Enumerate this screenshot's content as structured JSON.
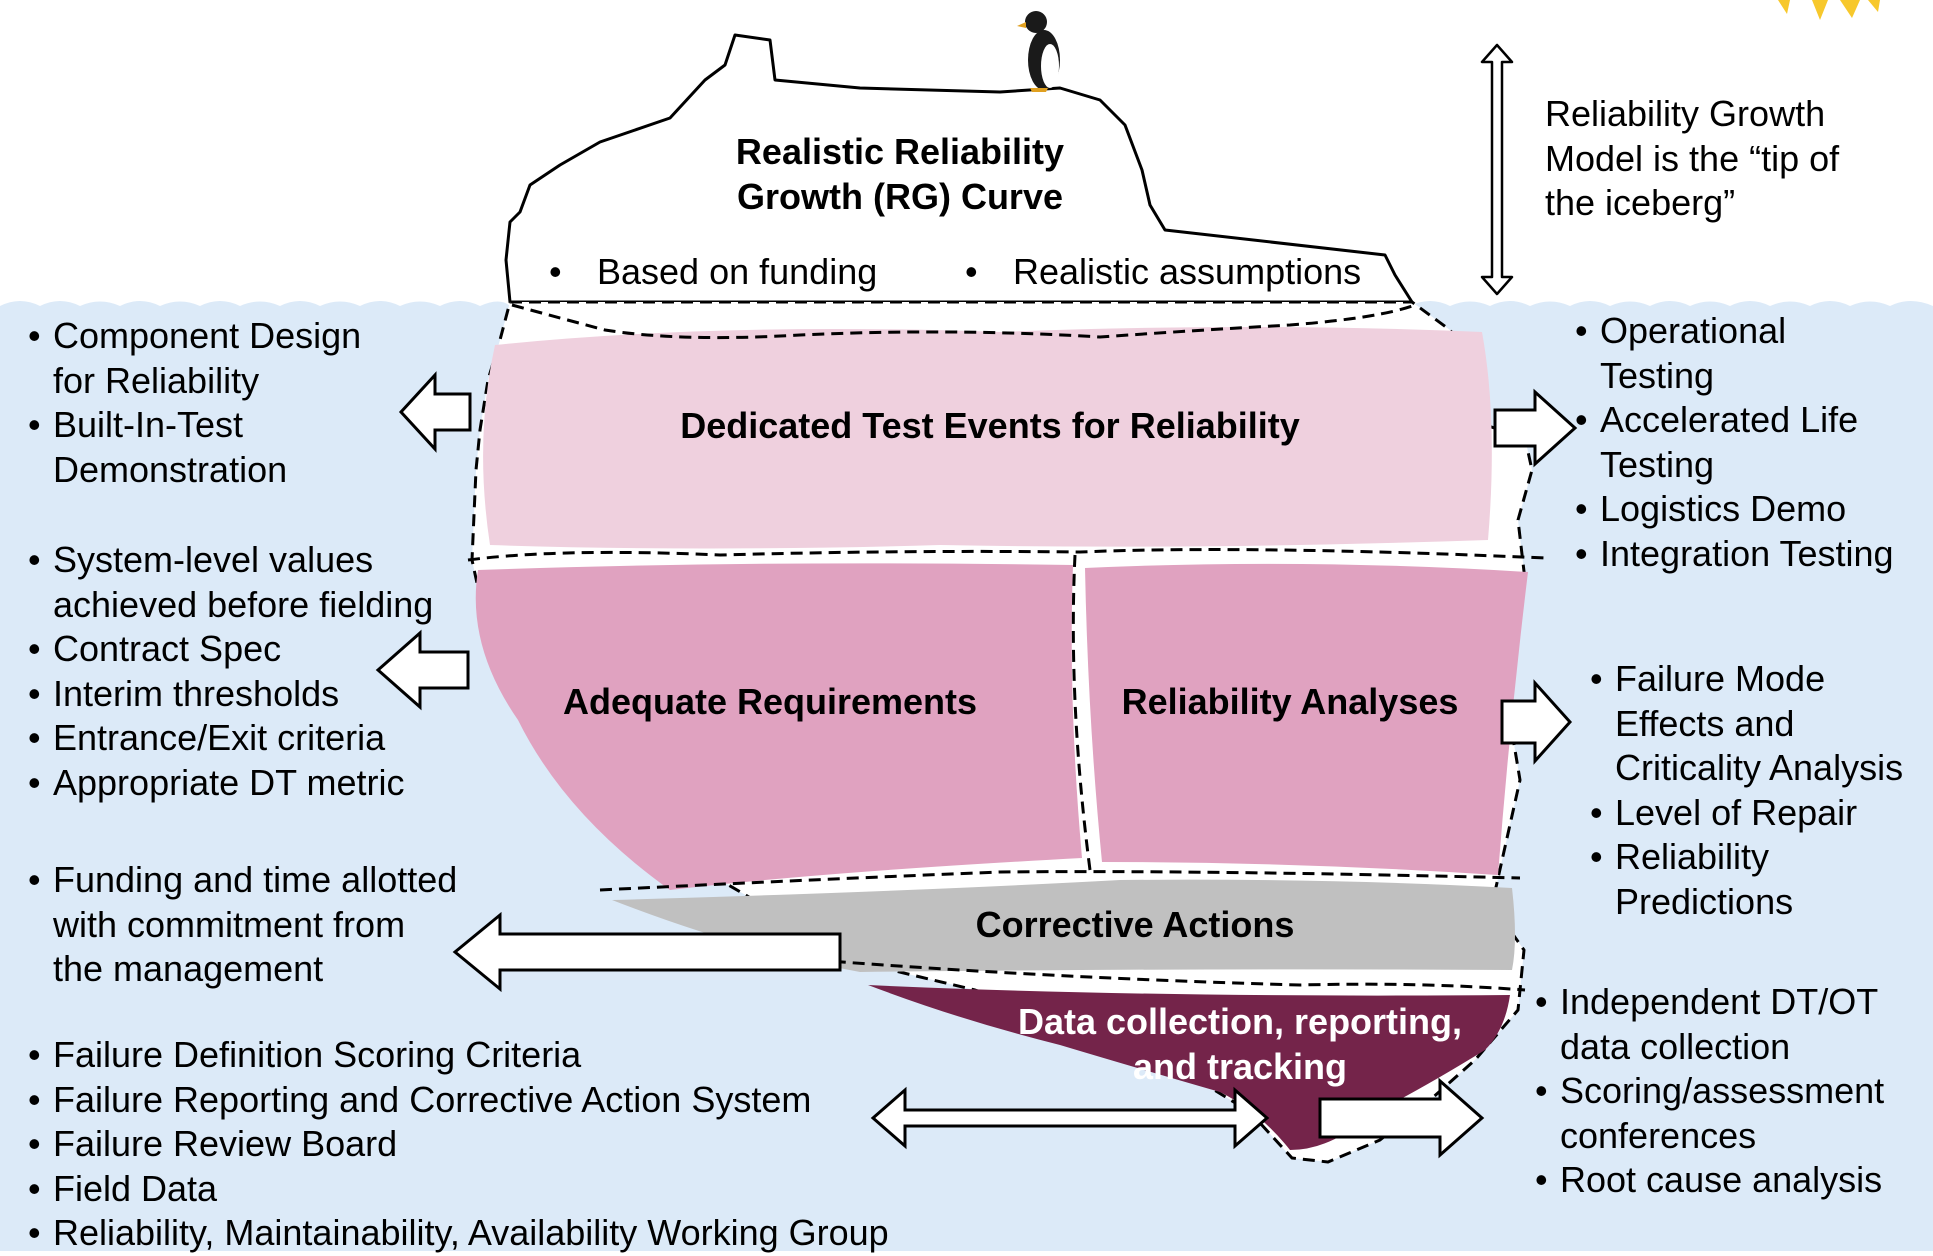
{
  "tip": {
    "title_line1": "Realistic Reliability",
    "title_line2": "Growth (RG) Curve",
    "bullet1": "Based on funding",
    "bullet2": "Realistic assumptions"
  },
  "tip_note": {
    "line1": "Reliability Growth",
    "line2": "Model is the “tip of",
    "line3": "the iceberg”"
  },
  "layers": {
    "dedicated": "Dedicated Test Events for Reliability",
    "requirements": "Adequate Requirements",
    "analyses": "Reliability Analyses",
    "corrective": "Corrective Actions",
    "data_line1": "Data collection, reporting,",
    "data_line2": "and tracking"
  },
  "left": {
    "design": [
      "Component Design",
      "for Reliability",
      "Built-In-Test",
      "Demonstration"
    ],
    "requirements": [
      "System-level values",
      "achieved before fielding",
      "Contract Spec",
      "Interim thresholds",
      "Entrance/Exit criteria",
      "Appropriate DT metric"
    ],
    "funding": [
      "Funding and time allotted",
      "with commitment from",
      "the management"
    ],
    "failure": [
      "Failure Definition Scoring Criteria",
      "Failure Reporting and Corrective  Action System",
      "Failure Review Board",
      "Field Data",
      "Reliability, Maintainability, Availability Working Group"
    ]
  },
  "right": {
    "testing": [
      "Operational",
      "Testing",
      "Accelerated Life",
      "Testing",
      "Logistics Demo",
      "Integration Testing"
    ],
    "analyses": [
      "Failure Mode",
      "Effects and",
      "Criticality Analysis",
      "Level of Repair",
      "Reliability",
      "Predictions"
    ],
    "data": [
      "Independent DT/OT",
      "data collection",
      "Scoring/assessment",
      "conferences",
      "Root cause analysis"
    ]
  },
  "colors": {
    "water": "#dceaf8",
    "dedicated": "#efd0de",
    "requirements": "#e0a2c0",
    "corrective": "#c0c0c0",
    "data": "#74244a",
    "sun": "#f7c82c"
  }
}
